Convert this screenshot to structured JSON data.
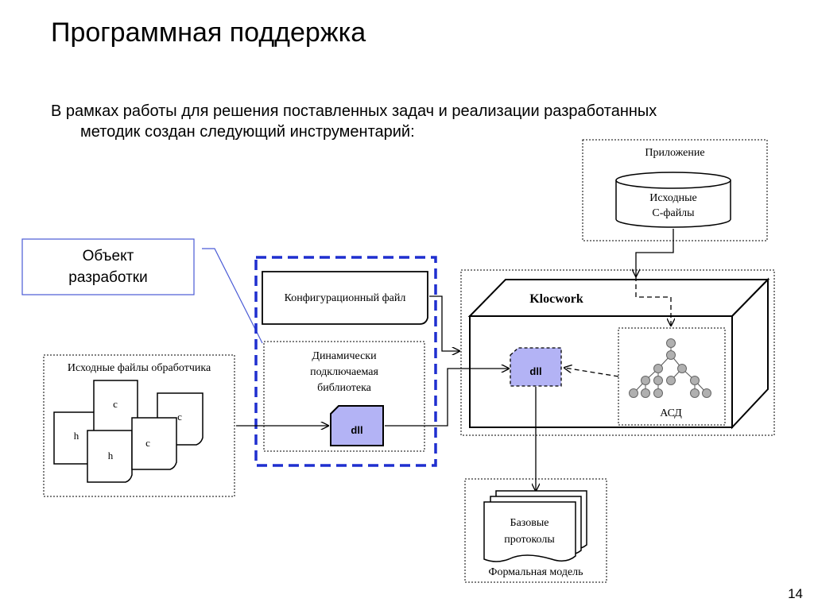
{
  "slide": {
    "title": "Программная поддержка",
    "text_line1": "В рамках работы для решения поставленных задач и реализации разработанных",
    "text_line2": "методик создан следующий инструментарий:",
    "page_number": "14"
  },
  "diagram": {
    "callout_line1": "Объект",
    "callout_line2": "разработки",
    "app_label": "Приложение",
    "source_c_line1": "Исходные",
    "source_c_line2": "С-файлы",
    "config_file": "Конфигурационный файл",
    "dynlib_line1": "Динамически",
    "dynlib_line2": "подключаемая",
    "dynlib_line3": "библиотека",
    "dll_left": "dll",
    "dll_right": "dll",
    "klocwork": "Klocwork",
    "asd": "АСД",
    "handler_files": "Исходные файлы обработчика",
    "file_c1": "c",
    "file_c2": "c",
    "file_c3": "c",
    "file_h1": "h",
    "file_h2": "h",
    "base_protocols_line1": "Базовые",
    "base_protocols_line2": "протоколы",
    "formal_model": "Формальная модель"
  },
  "colors": {
    "callout_border": "#4a5bd6",
    "dashed_blue": "#1f2fcf",
    "dll_fill": "#b3b3f5"
  }
}
